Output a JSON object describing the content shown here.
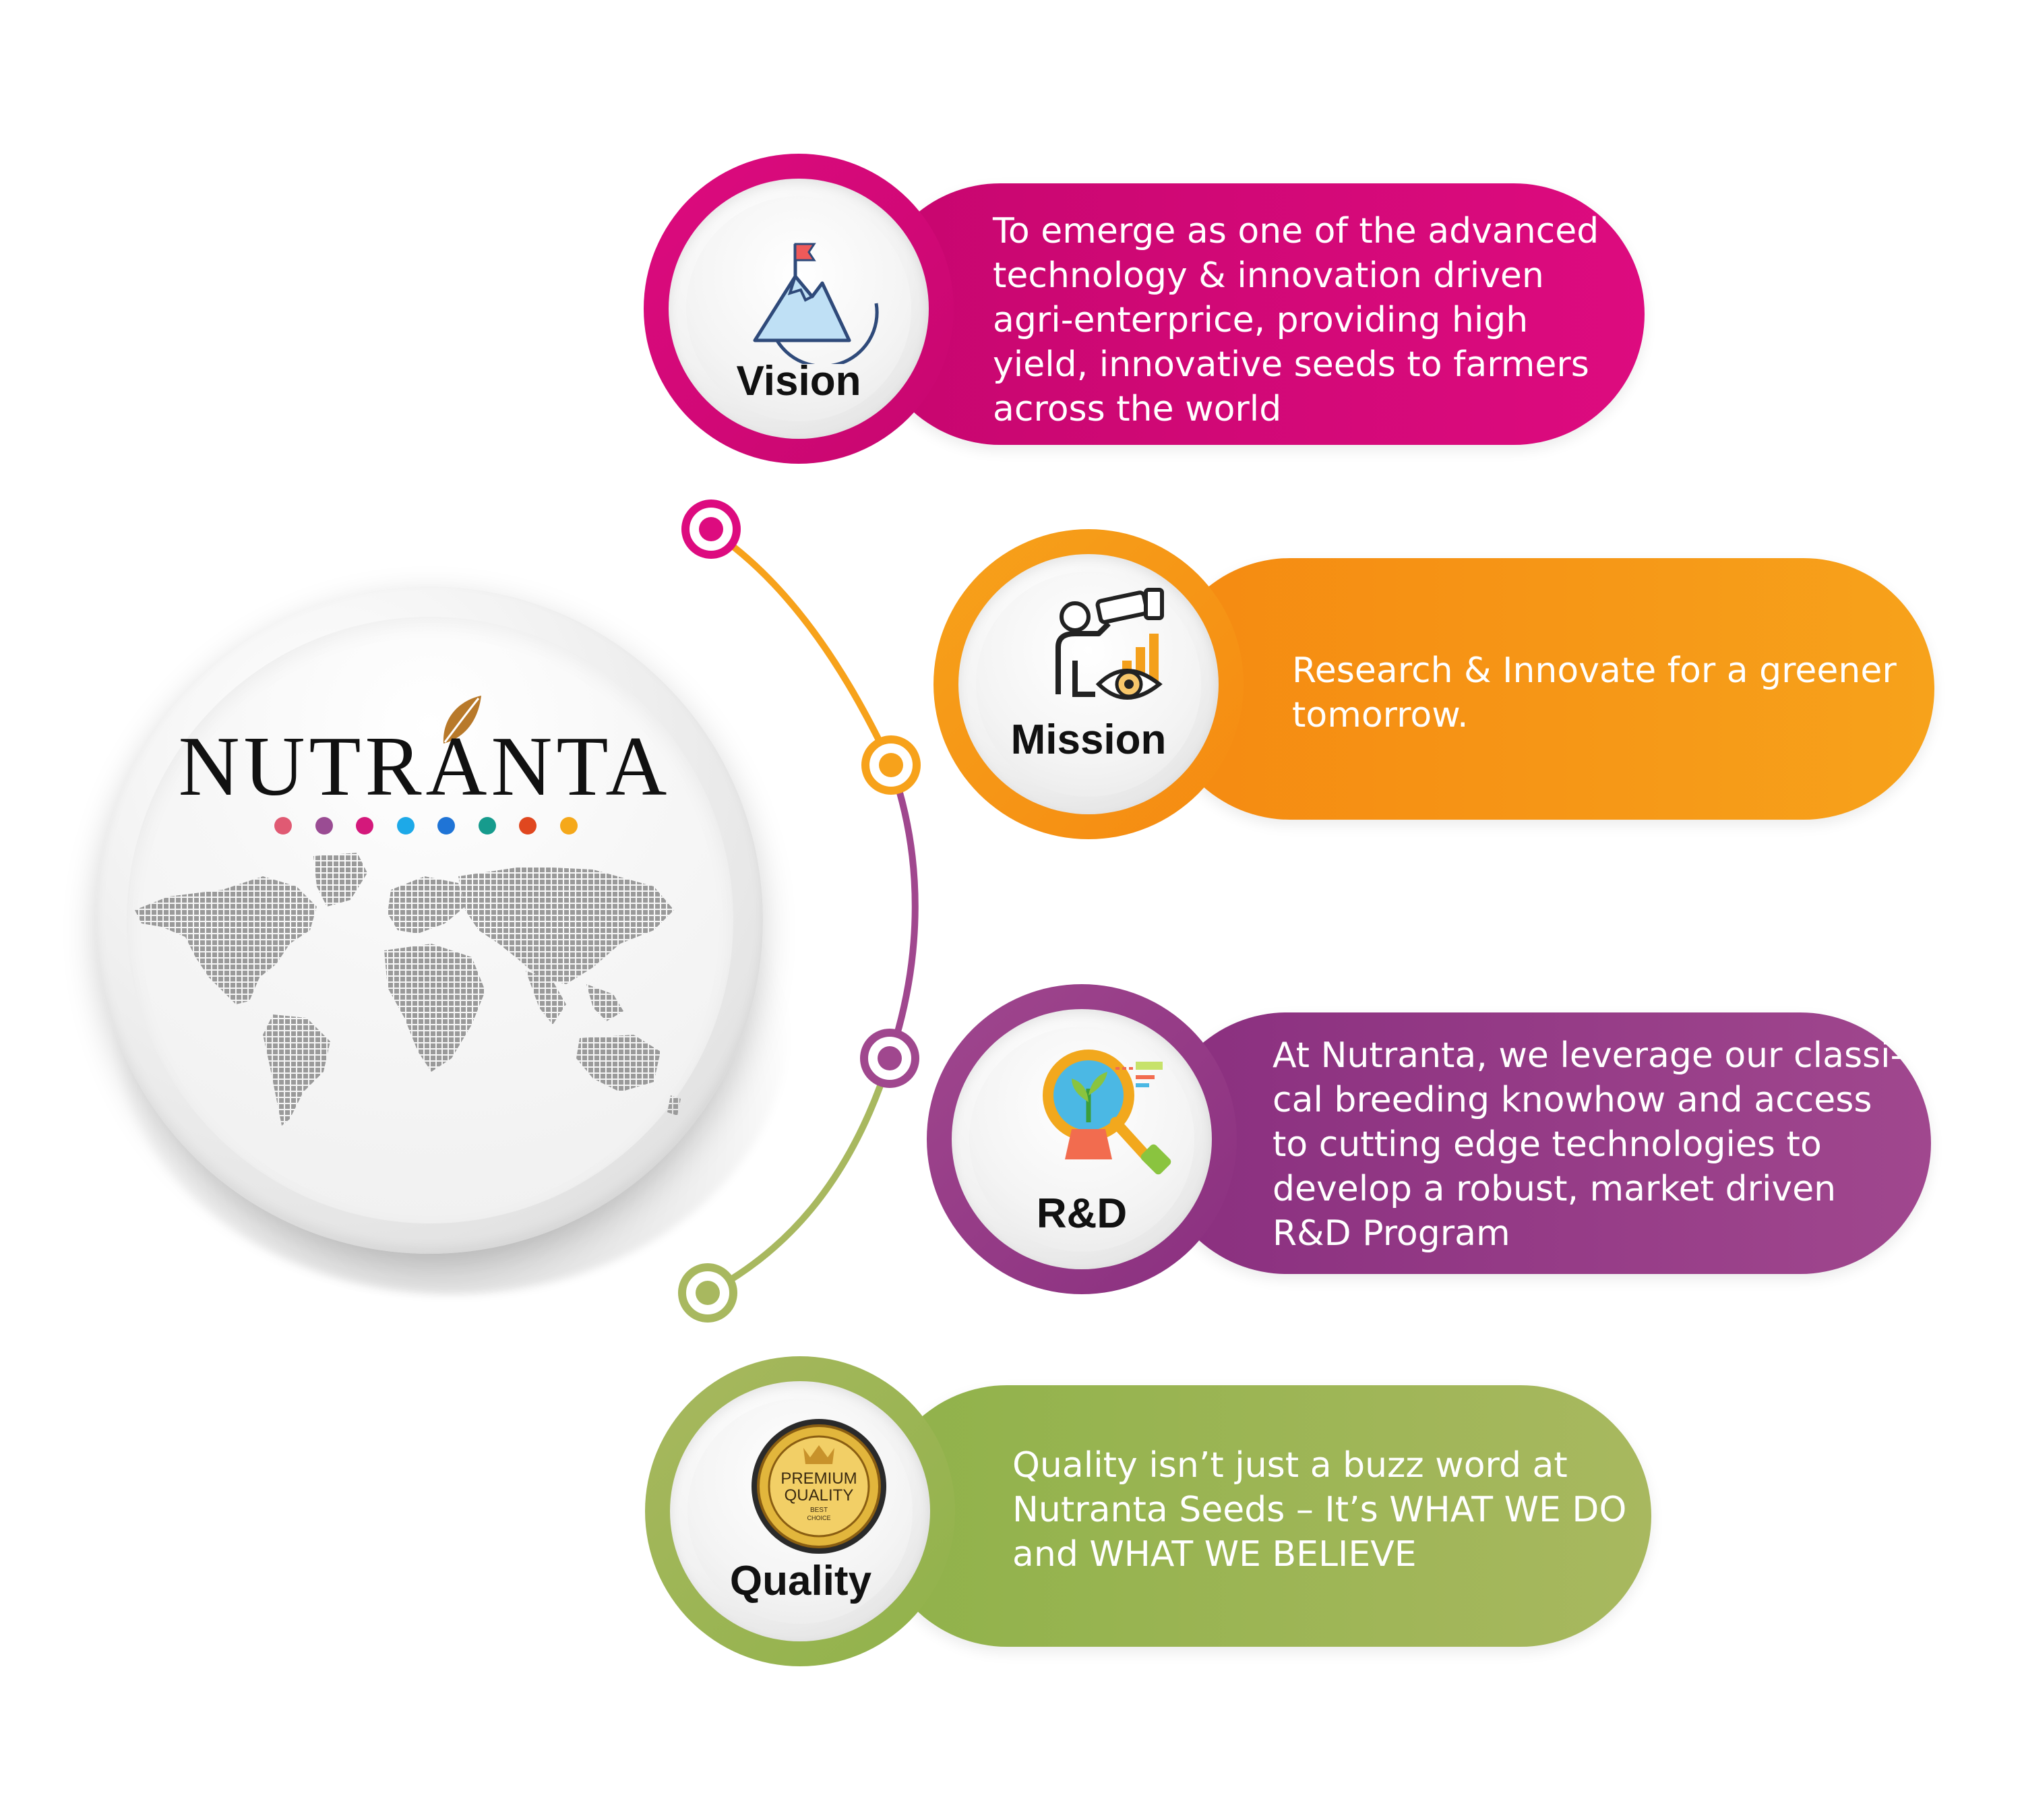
{
  "brand": {
    "name": "NUTRANTA",
    "dot_colors": [
      "#e05a73",
      "#9a4c93",
      "#d4187b",
      "#1da9e8",
      "#1f74d6",
      "#169b8d",
      "#e0471f",
      "#f5a81a"
    ]
  },
  "items": [
    {
      "label": "Vision",
      "text": "To emerge as one of the advanced\ntechnology & innovation driven\nagri-enterprice,  providing high\nyield, innovative seeds to farmers\nacross the world",
      "color": "#dd0b7f",
      "color2": "#c7066f",
      "icon": "mountain-flag-icon"
    },
    {
      "label": "Mission",
      "text": "Research & Innovate for a greener\ntomorrow.",
      "color": "#f7a21b",
      "color2": "#f58a11",
      "icon": "telescope-person-icon"
    },
    {
      "label": "R&D",
      "text": "At Nutranta, we leverage our classi-\ncal breeding knowhow and access\nto cutting edge technologies to\ndevelop a robust, market driven\nR&D Program",
      "color": "#a0478e",
      "color2": "#8a2f7f",
      "icon": "magnifier-plant-icon"
    },
    {
      "label": "Quality",
      "text": "Quality isn’t just a buzz word at\nNutranta Seeds – It’s WHAT WE DO\nand WHAT WE BELIEVE",
      "color": "#a8b85f",
      "color2": "#90b24a",
      "icon": "premium-quality-badge-icon",
      "badge_text": {
        "line1": "PREMIUM",
        "line2": "QUALITY",
        "line3": "BEST",
        "line4": "CHOICE"
      }
    }
  ],
  "connector": {
    "colors": [
      "#dd0b7f",
      "#f7a21b",
      "#a0478e",
      "#a8b85f"
    ]
  }
}
